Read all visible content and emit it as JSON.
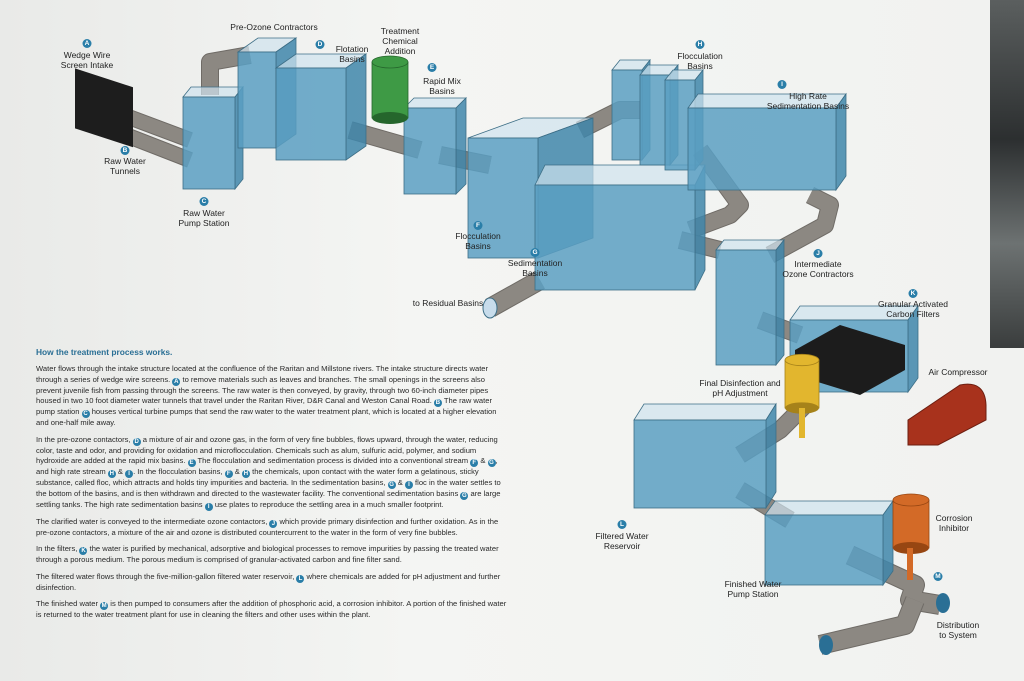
{
  "labels": {
    "A": {
      "badge": "A",
      "text": "Wedge Wire\nScreen Intake"
    },
    "B": {
      "badge": "B",
      "text": "Raw Water\nTunnels"
    },
    "C": {
      "badge": "C",
      "text": "Raw Water\nPump Station"
    },
    "D": {
      "badge": "D",
      "text": "Pre-Ozone Contractors"
    },
    "flotation": {
      "text": "Flotation\nBasins"
    },
    "chemical": {
      "text": "Treatment\nChemical\nAddition"
    },
    "E": {
      "badge": "E",
      "text": "Rapid Mix\nBasins"
    },
    "F": {
      "badge": "F",
      "text": "Flocculation\nBasins"
    },
    "G": {
      "badge": "G",
      "text": "Sedimentation\nBasins"
    },
    "H": {
      "badge": "H",
      "text": "Flocculation\nBasins"
    },
    "I": {
      "badge": "I",
      "text": "High Rate\nSedimentation Basins"
    },
    "J": {
      "badge": "J",
      "text": "Intermediate\nOzone Contractors"
    },
    "K": {
      "badge": "K",
      "text": "Granular Activated\nCarbon Filters"
    },
    "air": {
      "text": "Air Compressor"
    },
    "final": {
      "text": "Final Disinfection and\npH Adjustment"
    },
    "L": {
      "badge": "L",
      "text": "Filtered Water\nReservoir"
    },
    "corrosion": {
      "text": "Corrosion\nInhibitor"
    },
    "M": {
      "badge": "M",
      "text": "Distribution\nto System"
    },
    "finished": {
      "text": "Finished Water\nPump Station"
    },
    "residual": {
      "text": "to Residual Basins"
    }
  },
  "colors": {
    "water": "#5a9fc2",
    "pipe": "#8c8882",
    "badge": "#2a7ea8",
    "heading": "#2a6f95"
  },
  "text": {
    "heading": "How the treatment process works.",
    "paragraphs": [
      [
        {
          "t": "Water flows through the intake structure located at the confluence of the Raritan and Millstone rivers. The intake structure directs water through a series of wedge wire screens. "
        },
        {
          "b": "A"
        },
        {
          "t": " to remove materials such as leaves and branches. The small openings in the screens also prevent juvenile fish from passing through the screens. The raw water is then conveyed, by gravity, through two 60-inch diameter pipes  housed in two 10 foot diameter water tunnels that travel under the Raritan River, D&R Canal and Weston Canal Road. "
        },
        {
          "b": "B"
        },
        {
          "t": " The raw water pump station "
        },
        {
          "b": "C"
        },
        {
          "t": " houses vertical turbine pumps that send the raw water to the water treatment plant, which is located at a higher elevation and one-half mile away."
        }
      ],
      [
        {
          "t": "In the pre-ozone contactors, "
        },
        {
          "b": "D"
        },
        {
          "t": " a mixture of air and ozone gas, in the form of very fine bubbles, flows upward, through the water, reducing color, taste and odor, and providing for oxidation and microflocculation. Chemicals such as alum, sulfuric acid, polymer, and sodium hydroxide are added at the rapid mix basins. "
        },
        {
          "b": "E"
        },
        {
          "t": " The flocculation and sedimentation process is divided into a conventional stream "
        },
        {
          "b": "F"
        },
        {
          "t": " & "
        },
        {
          "b": "G"
        },
        {
          "t": ", and high rate stream "
        },
        {
          "b": "H"
        },
        {
          "t": " & "
        },
        {
          "b": "I"
        },
        {
          "t": ". In the flocculation basins, "
        },
        {
          "b": "F"
        },
        {
          "t": " & "
        },
        {
          "b": "H"
        },
        {
          "t": " the chemicals, upon contact with the water form a gelatinous, sticky substance, called floc, which attracts and holds tiny impurities and bacteria. In the sedimentation basins, "
        },
        {
          "b": "G"
        },
        {
          "t": " & "
        },
        {
          "b": "I"
        },
        {
          "t": " floc in the water settles to the bottom of the basins, and is then withdrawn and directed to the wastewater facility. The conventional sedimentation basins "
        },
        {
          "b": "G"
        },
        {
          "t": " are large settling tanks. The high rate sedimentation basins "
        },
        {
          "b": "I"
        },
        {
          "t": " use plates to reproduce the settling area in a much smaller footprint."
        }
      ],
      [
        {
          "t": "The clarified water is conveyed to the intermediate ozone contactors, "
        },
        {
          "b": "J"
        },
        {
          "t": " which provide primary disinfection and further oxidation. As in the pre-ozone contactors, a mixture of the air and ozone is distributed countercurrent to the water in the form of very fine bubbles."
        }
      ],
      [
        {
          "t": "In the filters, "
        },
        {
          "b": "K"
        },
        {
          "t": " the water is purified by mechanical, adsorptive and biological processes to remove  impurities by passing the treated water through a porous medium. The porous medium is comprised of granular-activated carbon and fine filter sand."
        }
      ],
      [
        {
          "t": "The filtered water flows through the five-million-gallon filtered water reservoir, "
        },
        {
          "b": "L"
        },
        {
          "t": " where chemicals are added for pH adjustment and further disinfection."
        }
      ],
      [
        {
          "t": "The finished water "
        },
        {
          "b": "M"
        },
        {
          "t": " is then pumped to consumers after the addition of phosphoric acid, a corrosion inhibitor. A portion of the finished water is returned to the water treatment plant for use in cleaning the filters and other uses within the plant."
        }
      ]
    ]
  }
}
